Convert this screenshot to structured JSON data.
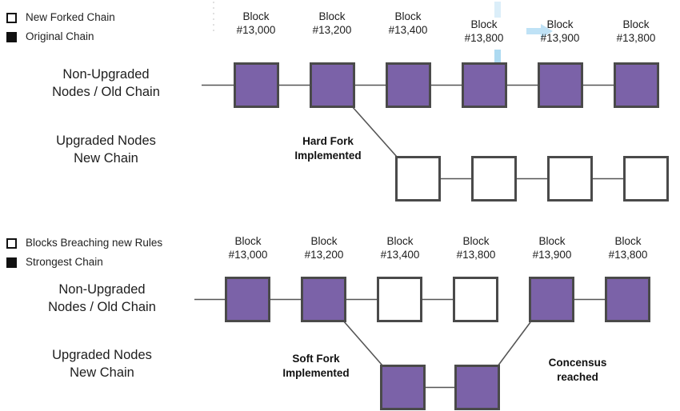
{
  "colors": {
    "purple_block": "#7b62a8",
    "block_border": "#4a4a4a",
    "white_block": "#ffffff",
    "wire": "#555555",
    "ghost_arrow": "#c7e3f5",
    "legend_mark": "#111111",
    "background": "#ffffff"
  },
  "hard_fork_panel": {
    "legend": [
      {
        "style": "hollow",
        "label": "New Forked Chain"
      },
      {
        "style": "filled",
        "label": "Original Chain"
      }
    ],
    "row_labels": {
      "old_chain": "Non-Upgraded\nNodes / Old Chain",
      "old_chain_line1": "Non-Upgraded",
      "old_chain_line2": "Nodes / Old Chain",
      "new_chain_line1": "Upgraded Nodes",
      "new_chain_line2": "New Chain"
    },
    "note": {
      "line1": "Hard Fork",
      "line2": "Implemented"
    },
    "old_chain_blocks": [
      {
        "caption_line1": "Block",
        "caption_line2": "#13,000",
        "fill": "purple"
      },
      {
        "caption_line1": "Block",
        "caption_line2": "#13,200",
        "fill": "purple"
      },
      {
        "caption_line1": "Block",
        "caption_line2": "#13,400",
        "fill": "purple"
      },
      {
        "caption_line1": "Block",
        "caption_line2": "#13,800",
        "fill": "purple"
      },
      {
        "caption_line1": "Block",
        "caption_line2": "#13,900",
        "fill": "purple"
      },
      {
        "caption_line1": "Block",
        "caption_line2": "#13,800",
        "fill": "purple"
      }
    ],
    "new_chain_blocks": [
      {
        "fill": "white"
      },
      {
        "fill": "white"
      },
      {
        "fill": "white"
      },
      {
        "fill": "white"
      }
    ]
  },
  "soft_fork_panel": {
    "legend": [
      {
        "style": "hollow",
        "label": "Blocks Breaching new Rules"
      },
      {
        "style": "filled",
        "label": "Strongest Chain"
      }
    ],
    "row_labels": {
      "old_chain_line1": "Non-Upgraded",
      "old_chain_line2": "Nodes / Old Chain",
      "new_chain_line1": "Upgraded Nodes",
      "new_chain_line2": "New Chain"
    },
    "note": {
      "line1": "Soft Fork",
      "line2": "Implemented"
    },
    "consensus_note": {
      "line1": "Concensus",
      "line2": "reached"
    },
    "old_chain_blocks": [
      {
        "caption_line1": "Block",
        "caption_line2": "#13,000",
        "fill": "purple"
      },
      {
        "caption_line1": "Block",
        "caption_line2": "#13,200",
        "fill": "purple"
      },
      {
        "caption_line1": "Block",
        "caption_line2": "#13,400",
        "fill": "white"
      },
      {
        "caption_line1": "Block",
        "caption_line2": "#13,800",
        "fill": "white"
      },
      {
        "caption_line1": "Block",
        "caption_line2": "#13,900",
        "fill": "purple"
      },
      {
        "caption_line1": "Block",
        "caption_line2": "#13,800",
        "fill": "purple"
      }
    ],
    "new_chain_blocks": [
      {
        "fill": "purple"
      },
      {
        "fill": "purple"
      }
    ]
  },
  "overlay": {
    "down_arrow_name": "cursor-down-arrow",
    "right_arrow_name": "cursor-right-arrow"
  }
}
